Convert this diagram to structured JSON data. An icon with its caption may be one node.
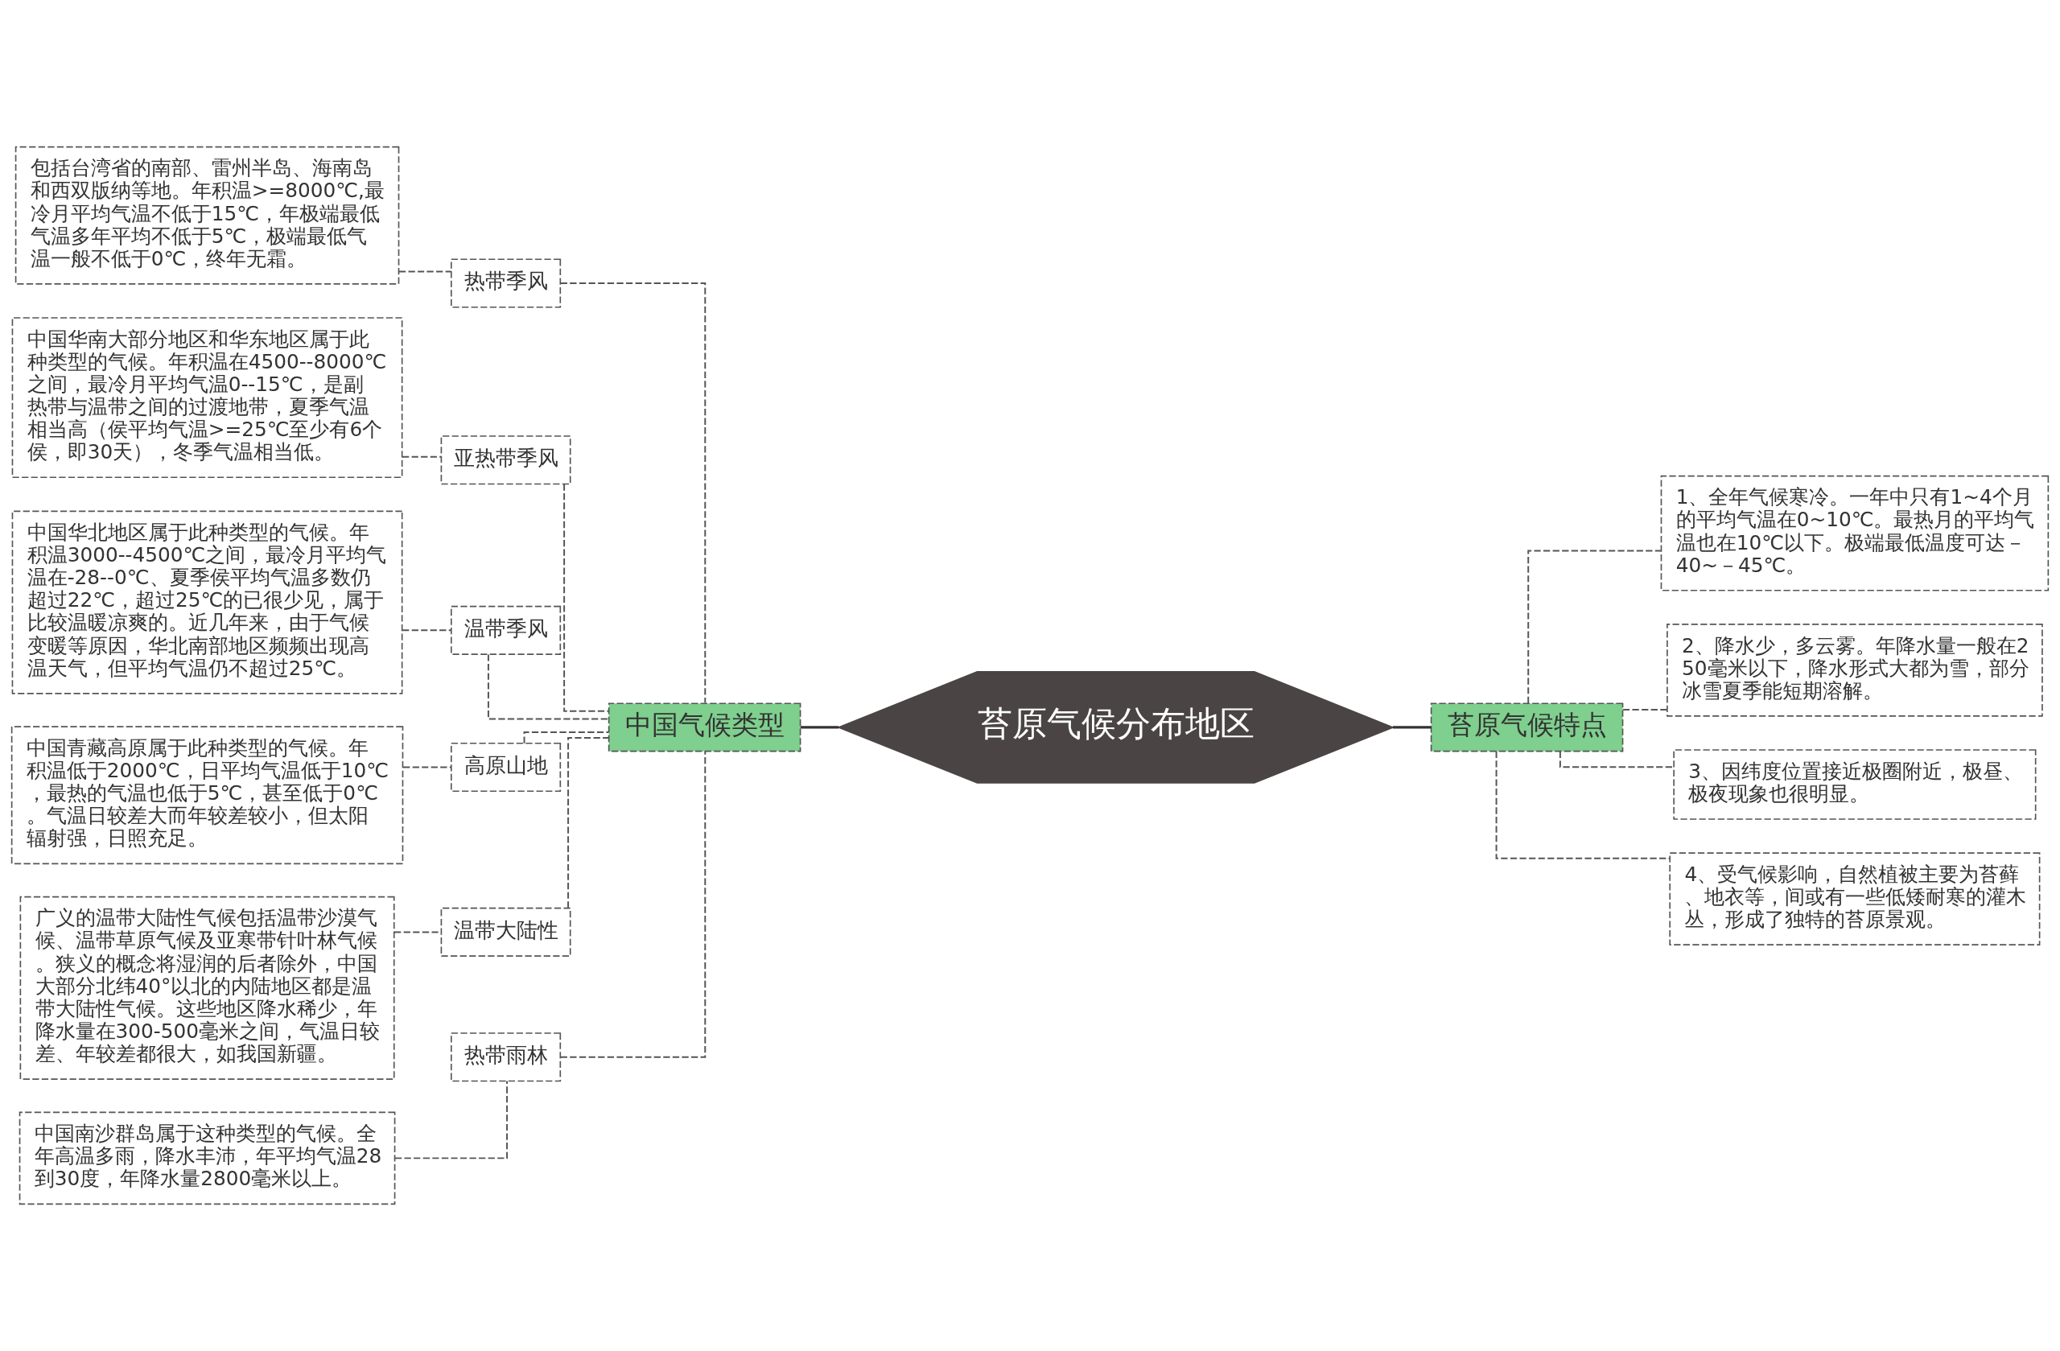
{
  "diagram": {
    "nodes": [
      {
        "text": [
          "苔原气候分布地区"
        ]
      },
      {
        "text": [
          "中国气候类型"
        ]
      },
      {
        "text": [
          "热带季风"
        ]
      },
      {
        "text": [
          "包括台湾省的南部、雷州半岛、海南岛和西双版纳等地。年积温>=8000℃,最冷月平均气温不低于15℃，年极端最低气温多年平均不低于5℃，极端最低气温一般不低于0℃，终年无霜。"
        ]
      },
      {
        "text": [
          "亚热带季风"
        ]
      },
      {
        "text": [
          "中国华南大部分地区和华东地区属于此种类型的气候。年积温在4500--8000℃之间，最冷月平均气温0--15℃，是副热带与温带之间的过渡地带，夏季气温相当高（侯平均气温>=25℃至少有6个侯，即30天），冬季气温相当低。"
        ]
      },
      {
        "text": [
          "温带季风"
        ]
      },
      {
        "text": [
          "中国华北地区属于此种类型的气候。年积温3000--4500℃之间，最冷月平均气温在-28--0℃、夏季侯平均气温多数仍超过22℃，超过25℃的已很少见，属于比较温暖凉爽的。近几年来，由于气候变暖等原因，华北南部地区频频出现高温天气，但平均气温仍不超过25℃。"
        ]
      },
      {
        "text": [
          "高原山地"
        ]
      },
      {
        "text": [
          "中国青藏高原属于此种类型的气候。年积温低于2000℃，日平均气温低于10℃，最热的气温也低于5℃，甚至低于0℃。气温日较差大而年较差较小，但太阳辐射强，日照充足。"
        ]
      },
      {
        "text": [
          "温带大陆性"
        ]
      },
      {
        "text": [
          "广义的温带大陆性气候包括温带沙漠气候、温带草原气候及亚寒带针叶林气候。狭义的概念将湿润的后者除外，中国大部分北纬40°以北的内陆地区都是温带大陆性气候。这些地区降水稀少，年降水量在300-500毫米之间，气温日较差、年较差都很大，如我国新疆。"
        ]
      },
      {
        "text": [
          "热带雨林"
        ]
      },
      {
        "text": [
          "中国南沙群岛属于这种类型的气候。全年高温多雨，降水丰沛，年平均气温28到30度，年降水量2800毫米以上。"
        ]
      },
      {
        "text": [
          "苔原气候特点"
        ]
      },
      {
        "text": [
          "1、全年气候寒冷。一年中只有1~4个月的平均气温在0~10℃。最热月的平均气温也在10℃以下。极端最低温度可达－40~－45℃。"
        ]
      },
      {
        "text": [
          "2、降水少，多云雾。年降水量一般在250毫米以下，降水形式大都为雪，部分冰雪夏季能短期溶解。"
        ]
      },
      {
        "text": [
          "3、因纬度位置接近极圈附近，极昼、极夜现象也很明显。"
        ]
      },
      {
        "text": [
          "4、受气候影响，自然植被主要为苔藓、地衣等，间或有一些低矮耐寒的灌木丛，形成了独特的苔原景观。"
        ]
      }
    ],
    "edges": [
      {
        "from": 0,
        "to": 1,
        "arrow": "none"
      },
      {
        "from": 0,
        "to": 14,
        "arrow": "none"
      },
      {
        "from": 1,
        "to": 2,
        "arrow": "none",
        "style": "dashed"
      },
      {
        "from": 2,
        "to": 3,
        "arrow": "none",
        "style": "dashed"
      },
      {
        "from": 1,
        "to": 4,
        "arrow": "none",
        "style": "dashed"
      },
      {
        "from": 4,
        "to": 5,
        "arrow": "none",
        "style": "dashed"
      },
      {
        "from": 1,
        "to": 6,
        "arrow": "none",
        "style": "dashed"
      },
      {
        "from": 6,
        "to": 7,
        "arrow": "none",
        "style": "dashed"
      },
      {
        "from": 1,
        "to": 8,
        "arrow": "none",
        "style": "dashed"
      },
      {
        "from": 8,
        "to": 9,
        "arrow": "none",
        "style": "dashed"
      },
      {
        "from": 1,
        "to": 10,
        "arrow": "none",
        "style": "dashed"
      },
      {
        "from": 10,
        "to": 11,
        "arrow": "none",
        "style": "dashed"
      },
      {
        "from": 1,
        "to": 12,
        "arrow": "none",
        "style": "dashed"
      },
      {
        "from": 12,
        "to": 13,
        "arrow": "none",
        "style": "dashed"
      },
      {
        "from": 14,
        "to": 15,
        "arrow": "none",
        "style": "dashed"
      },
      {
        "from": 14,
        "to": 16,
        "arrow": "none",
        "style": "dashed"
      },
      {
        "from": 14,
        "to": 17,
        "arrow": "none",
        "style": "dashed"
      },
      {
        "from": 14,
        "to": 18,
        "arrow": "none",
        "style": "dashed"
      }
    ]
  }
}
